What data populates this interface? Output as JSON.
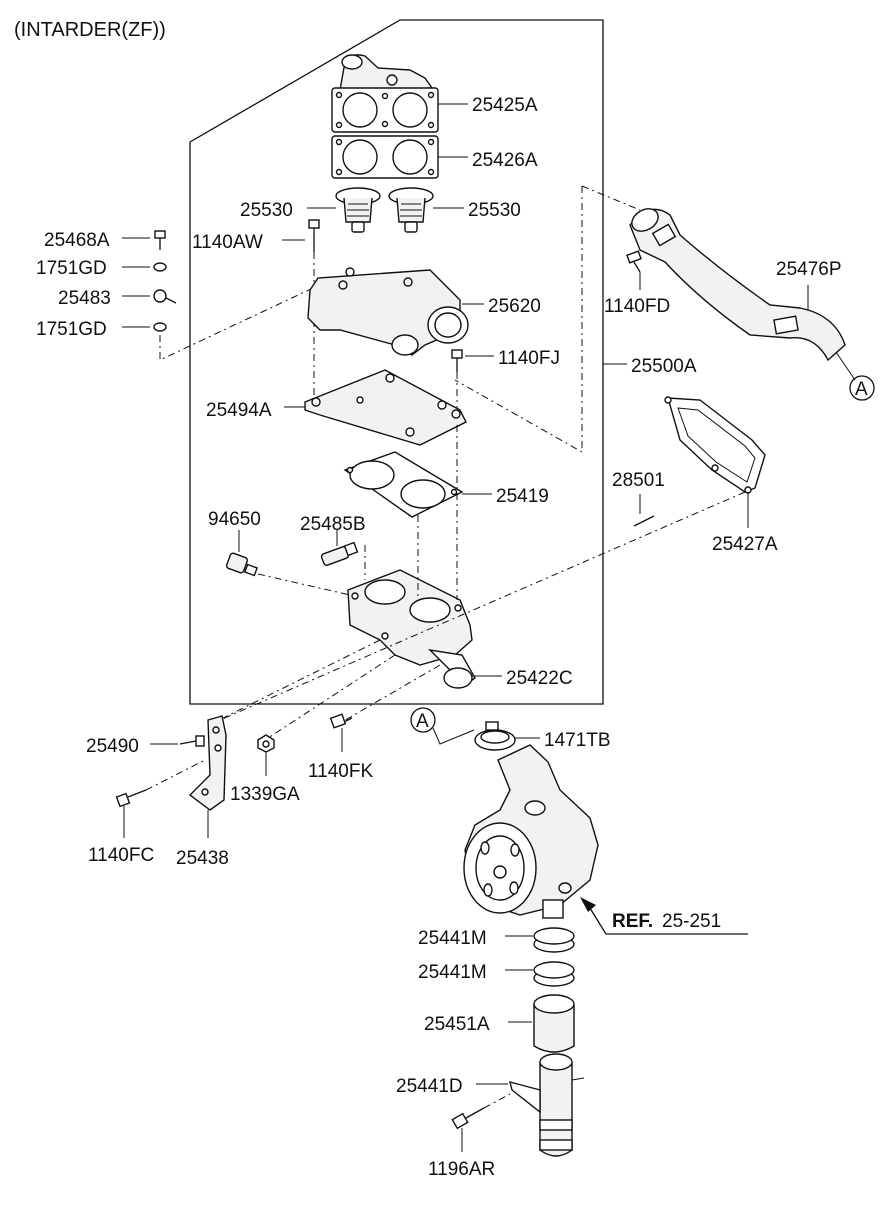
{
  "title": "(INTARDER(ZF))",
  "labels": {
    "p25425A": "25425A",
    "p25426A": "25426A",
    "p25530_left": "25530",
    "p25530_right": "25530",
    "p25468A": "25468A",
    "p1751GD_top": "1751GD",
    "p25483": "25483",
    "p1751GD_bottom": "1751GD",
    "p1140AW": "1140AW",
    "p25620": "25620",
    "p1140FJ": "1140FJ",
    "p25500A": "25500A",
    "p25494A": "25494A",
    "p25419": "25419",
    "p94650": "94650",
    "p25485B": "25485B",
    "p25422C": "25422C",
    "p25476P": "25476P",
    "p1140FD": "1140FD",
    "p28501": "28501",
    "p25427A": "25427A",
    "p25490": "25490",
    "p1140FC": "1140FC",
    "p25438": "25438",
    "p1339GA": "1339GA",
    "p1140FK": "1140FK",
    "p1471TB": "1471TB",
    "ref_bold": "REF.",
    "ref_num": "25-251",
    "p25441M_top": "25441M",
    "p25441M_bottom": "25441M",
    "p25451A": "25451A",
    "p25441D": "25441D",
    "p1196AR": "1196AR",
    "callout_A_top": "A",
    "callout_A_mid": "A"
  }
}
